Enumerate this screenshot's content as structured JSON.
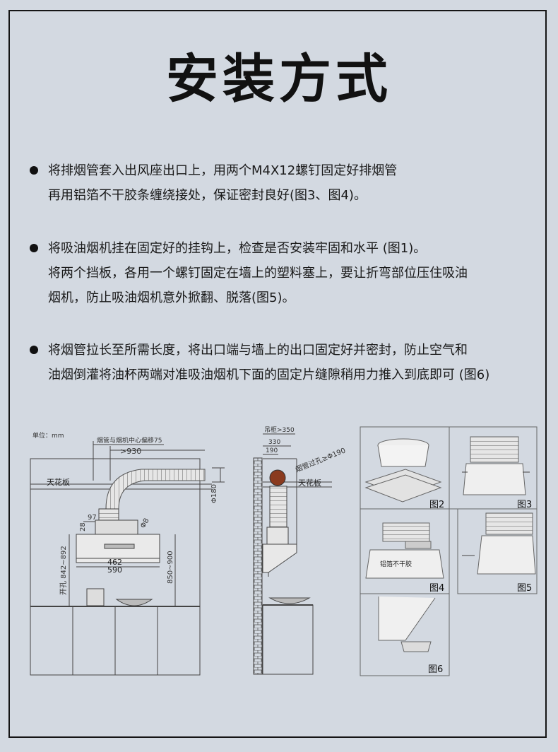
{
  "title": "安装方式",
  "bullets": [
    {
      "lines": [
        "将排烟管套入出风座出口上，用两个M4X12螺钉固定好排烟管",
        "再用铝箔不干胶条缠绕接处，保证密封良好(图3、图4)。"
      ]
    },
    {
      "lines": [
        "将吸油烟机挂在固定好的挂钩上，检查是否安装牢固和水平 (图1)。",
        "将两个挡板，各用一个螺钉固定在墙上的塑料塞上，要让折弯部位压住吸油",
        "烟机，防止吸油烟机意外掀翻、脱落(图5)。"
      ]
    },
    {
      "lines": [
        "将烟管拉长至所需长度，将出口端与墙上的出口固定好并密封，防止空气和",
        "油烟倒灌将油杯两端对准吸油烟机下面的固定片缝隙稍用力推入到底即可 (图6)"
      ]
    }
  ],
  "diagram_front": {
    "unit": "单位：mm",
    "offset_label": "烟管与烟机中心偏移75",
    "dim_930": ">930",
    "ceiling": "天花板",
    "dim_180": "Φ180",
    "dim_97": "97",
    "dim_28": "28",
    "dim_phi8": "Φ8",
    "dim_462": "462",
    "dim_590": "590",
    "dim_842": "开孔 842~892",
    "dim_850": "850~900"
  },
  "diagram_side": {
    "hanging": "吊柜>350",
    "dim_330": "330",
    "dim_190": "190",
    "hole": "烟管过孔≥Φ190",
    "ceiling": "天花板"
  },
  "figures": {
    "fig2": "图2",
    "fig3": "图3",
    "fig4": "图4",
    "fig4_text": "铝箔不干胶",
    "fig5": "图5",
    "fig6": "图6"
  }
}
